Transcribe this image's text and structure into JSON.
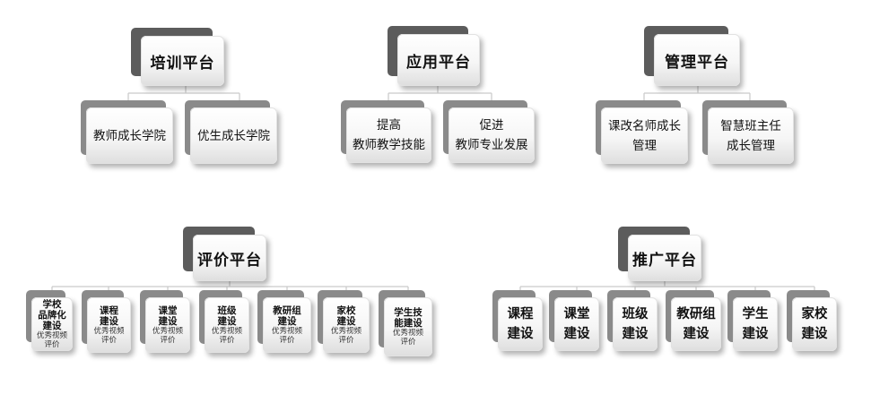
{
  "training": {
    "title": "培训平台",
    "items": [
      {
        "label": "教师成长学院"
      },
      {
        "label": "优生成长学院"
      }
    ]
  },
  "application": {
    "title": "应用平台",
    "items": [
      {
        "line1": "提高",
        "line2": "教师教学技能"
      },
      {
        "line1": "促进",
        "line2": "教师专业发展"
      }
    ]
  },
  "management": {
    "title": "管理平台",
    "items": [
      {
        "line1": "课改名师成长",
        "line2": "管理"
      },
      {
        "line1": "智慧班主任",
        "line2": "成长管理"
      }
    ]
  },
  "evaluation": {
    "title": "评价平台",
    "items": [
      {
        "lines": [
          "学校",
          "品牌化",
          "建设"
        ],
        "sub": [
          "优秀视频",
          "评价"
        ]
      },
      {
        "lines": [
          "课程",
          "建设"
        ],
        "sub": [
          "优秀视频",
          "评价"
        ]
      },
      {
        "lines": [
          "课堂",
          "建设"
        ],
        "sub": [
          "优秀视频",
          "评价"
        ]
      },
      {
        "lines": [
          "班级",
          "建设"
        ],
        "sub": [
          "优秀视频",
          "评价"
        ]
      },
      {
        "lines": [
          "教研组",
          "建设"
        ],
        "sub": [
          "优秀视频",
          "评价"
        ]
      },
      {
        "lines": [
          "家校",
          "建设"
        ],
        "sub": [
          "优秀视频",
          "评价"
        ]
      },
      {
        "lines": [
          "学生技",
          "能建设"
        ],
        "sub": [
          "优秀视频",
          "评价"
        ]
      }
    ]
  },
  "promotion": {
    "title": "推广平台",
    "items": [
      {
        "line1": "课程",
        "line2": "建设"
      },
      {
        "line1": "课堂",
        "line2": "建设"
      },
      {
        "line1": "班级",
        "line2": "建设"
      },
      {
        "line1": "教研组",
        "line2": "建设"
      },
      {
        "line1": "学生",
        "line2": "建设"
      },
      {
        "line1": "家校",
        "line2": "建设"
      }
    ]
  }
}
